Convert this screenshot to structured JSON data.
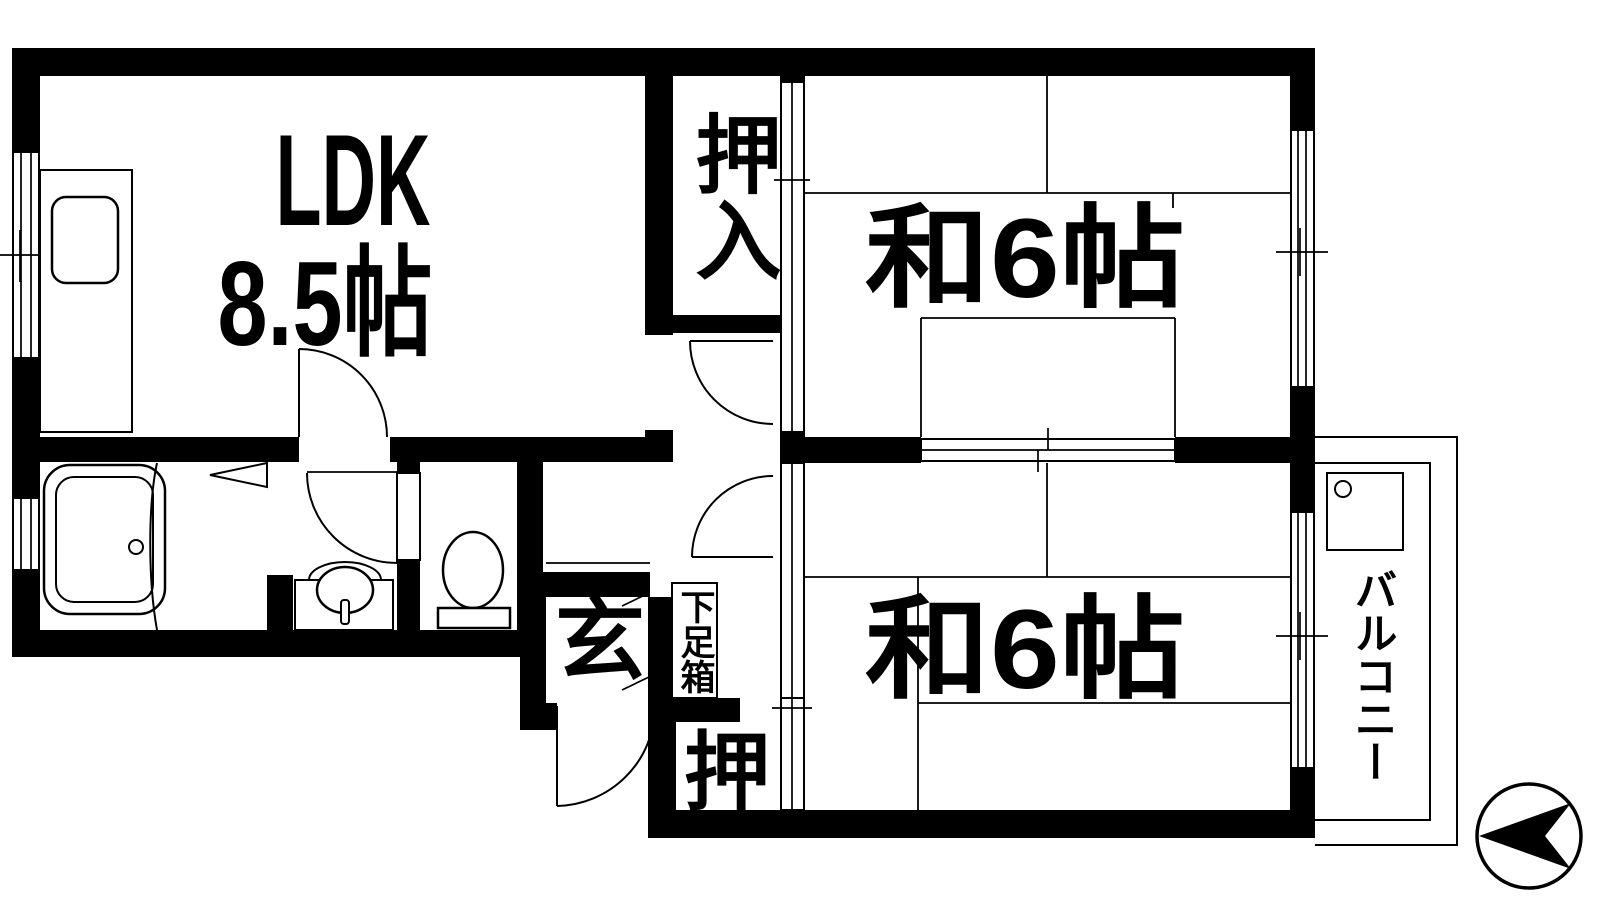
{
  "floorplan": {
    "rooms": {
      "ldk": {
        "name": "LDK",
        "size": "8.5帖"
      },
      "japanese_room_1": {
        "label": "和6帖"
      },
      "japanese_room_2": {
        "label": "和6帖"
      },
      "closet_upper": {
        "label": "押入"
      },
      "closet_lower": {
        "label": "押"
      },
      "entrance": {
        "label": "玄"
      },
      "shoe_box": {
        "label": "下足箱"
      },
      "balcony": {
        "label": "バルコニー"
      }
    },
    "colors": {
      "wall": "#000000",
      "background": "#ffffff",
      "line": "#000000"
    }
  }
}
